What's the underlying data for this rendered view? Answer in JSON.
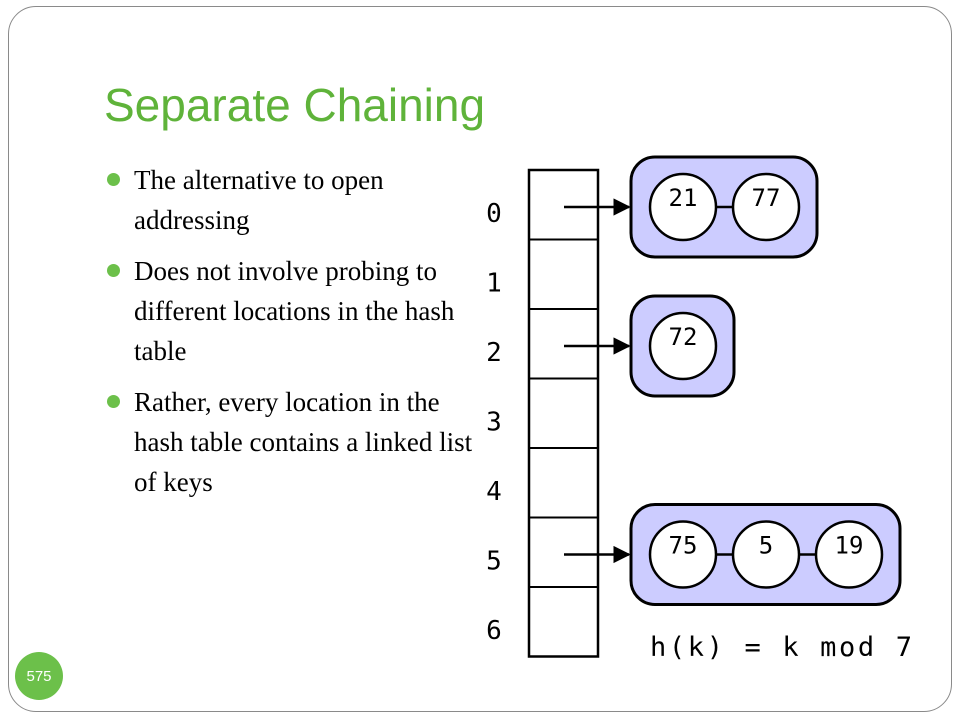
{
  "title": "Separate Chaining",
  "bullets": [
    "The alternative to open addressing",
    "Does not involve probing to different locations in the hash table",
    "Rather, every location in the hash table contains a linked list of keys"
  ],
  "diagram": {
    "indices": [
      "0",
      "1",
      "2",
      "3",
      "4",
      "5",
      "6"
    ],
    "chains": [
      {
        "slot": 0,
        "keys": [
          "21",
          "77"
        ]
      },
      {
        "slot": 2,
        "keys": [
          "72"
        ]
      },
      {
        "slot": 5,
        "keys": [
          "75",
          "5",
          "19"
        ]
      }
    ],
    "formula": "h(k) = k mod 7",
    "colors": {
      "chain_fill": "#ccccff",
      "outline": "#000000"
    }
  },
  "slide_number": "575"
}
